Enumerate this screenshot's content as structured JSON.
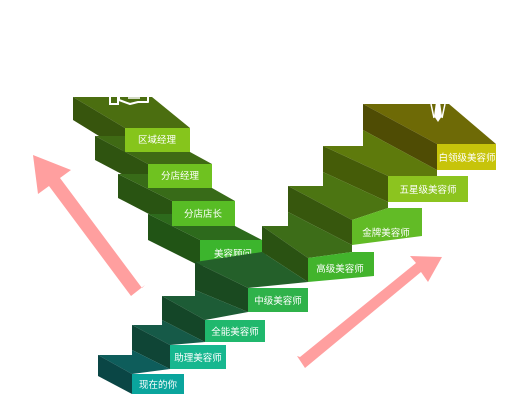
{
  "steps": [
    {
      "label": "现在的你",
      "color": "#0aa59d"
    },
    {
      "label": "助理美容师",
      "color": "#17b78f"
    },
    {
      "label": "全能美容师",
      "color": "#20b86d"
    },
    {
      "label": "中级美容师",
      "color": "#2fb24a"
    },
    {
      "label": "美容顾问",
      "color": "#3cb52d"
    },
    {
      "label": "分店店长",
      "color": "#58bd25"
    },
    {
      "label": "分店经理",
      "color": "#6fc220"
    },
    {
      "label": "区域经理",
      "color": "#86c51c"
    },
    {
      "label": "高级美容师",
      "color": "#42b42c"
    },
    {
      "label": "金牌美容师",
      "color": "#62bb26"
    },
    {
      "label": "五星级美容师",
      "color": "#8cc41f"
    },
    {
      "label": "白领级美容师",
      "color": "#c7c40a"
    }
  ],
  "icons": {
    "left_top": "handshake-icon",
    "right_top": "tie-icon"
  },
  "arrow_color": "#ff8a8a"
}
